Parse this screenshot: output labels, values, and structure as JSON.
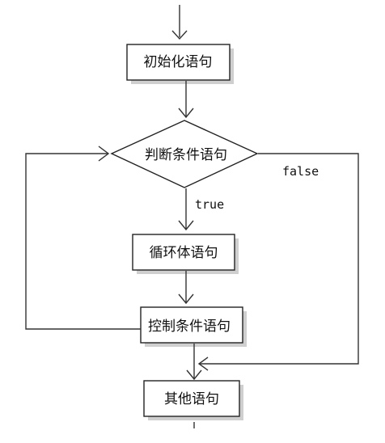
{
  "diagram": {
    "nodes": {
      "init": "初始化语句",
      "condition": "判断条件语句",
      "body": "循环体语句",
      "control": "控制条件语句",
      "other": "其他语句"
    },
    "edges": {
      "true_label": "true",
      "false_label": "false"
    }
  }
}
